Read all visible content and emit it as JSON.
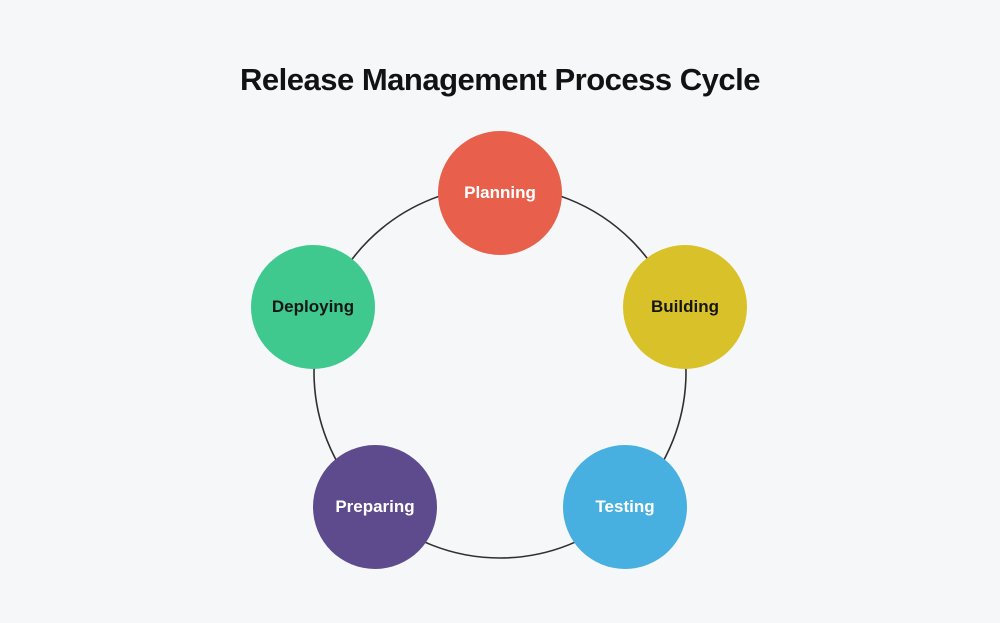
{
  "title": "Release Management Process Cycle",
  "background_color": "#f5f7f8",
  "ring": {
    "stroke_color": "#2f2f2f"
  },
  "nodes": [
    {
      "label": "Planning",
      "color": "#e8604c",
      "text_color": "#ffffff"
    },
    {
      "label": "Building",
      "color": "#d9c229",
      "text_color": "#161616"
    },
    {
      "label": "Testing",
      "color": "#47b0e0",
      "text_color": "#ffffff"
    },
    {
      "label": "Preparing",
      "color": "#5d4b8e",
      "text_color": "#ffffff"
    },
    {
      "label": "Deploying",
      "color": "#3fc98e",
      "text_color": "#161616"
    }
  ]
}
